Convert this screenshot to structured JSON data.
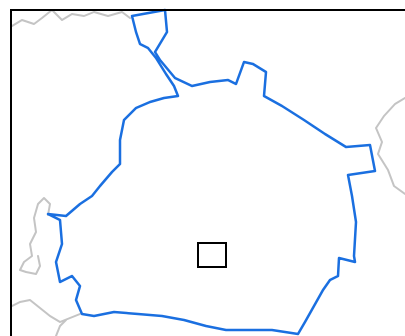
{
  "map": {
    "colors": {
      "background": "#ffffff",
      "frame_border": "#000000",
      "region_boundary": "#1a6fe0",
      "neighbor_boundaries": "#c4c4c4",
      "marker_outline": "#000000"
    },
    "layers": [
      "neighbor-boundaries",
      "region-boundary",
      "location-marker"
    ],
    "marker_shape": "square"
  }
}
